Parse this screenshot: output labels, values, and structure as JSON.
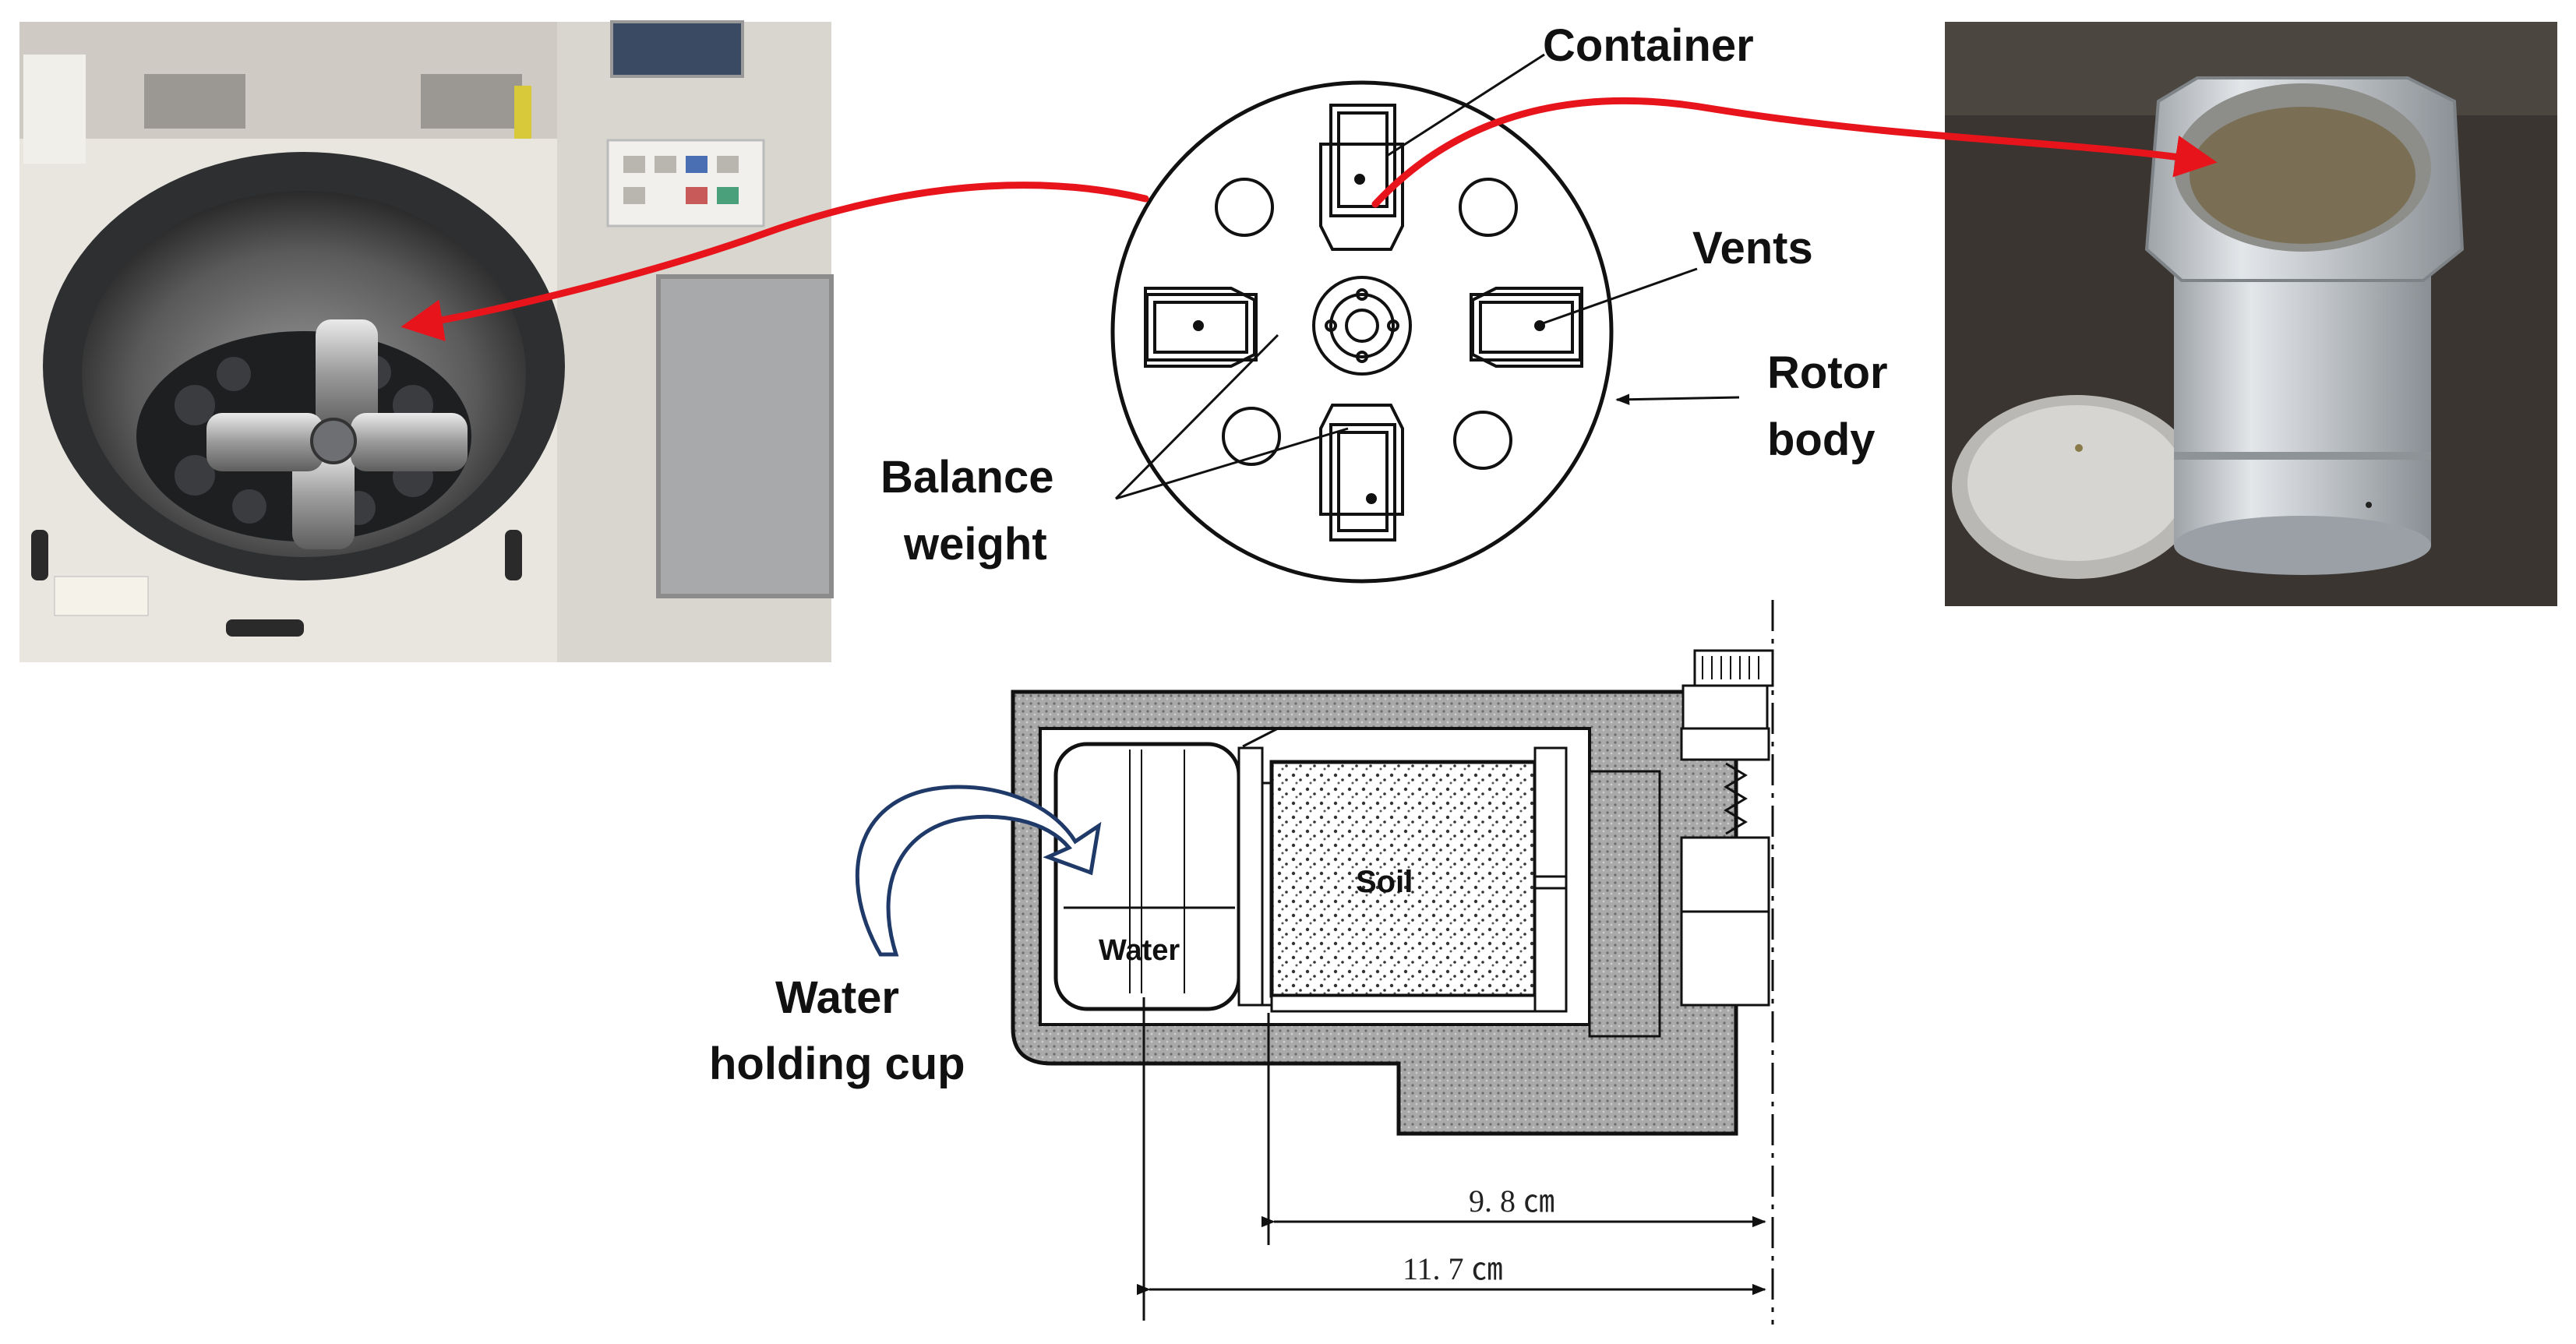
{
  "photos": {
    "centrifuge": "centrifuge-machine-photo",
    "container": "aluminum-container-photo"
  },
  "rotor": {
    "container_label": "Container",
    "vents_label": "Vents",
    "rotor_body_label_line1": "Rotor",
    "rotor_body_label_line2": "body",
    "balance_label_line1": "Balance",
    "balance_label_line2": "weight"
  },
  "section": {
    "soil_label": "Soil",
    "water_label": "Water",
    "cup_label_line1": "Water",
    "cup_label_line2": "holding cup",
    "dim_inner": "9. 8 ㎝",
    "dim_outer": "11. 7 ㎝"
  },
  "colors": {
    "arrow": "#e8141c",
    "cup_arrow_fill": "#ffffff",
    "cup_arrow_stroke": "#1f3a68",
    "hatch": "#8a8a8a",
    "line": "#111111"
  }
}
